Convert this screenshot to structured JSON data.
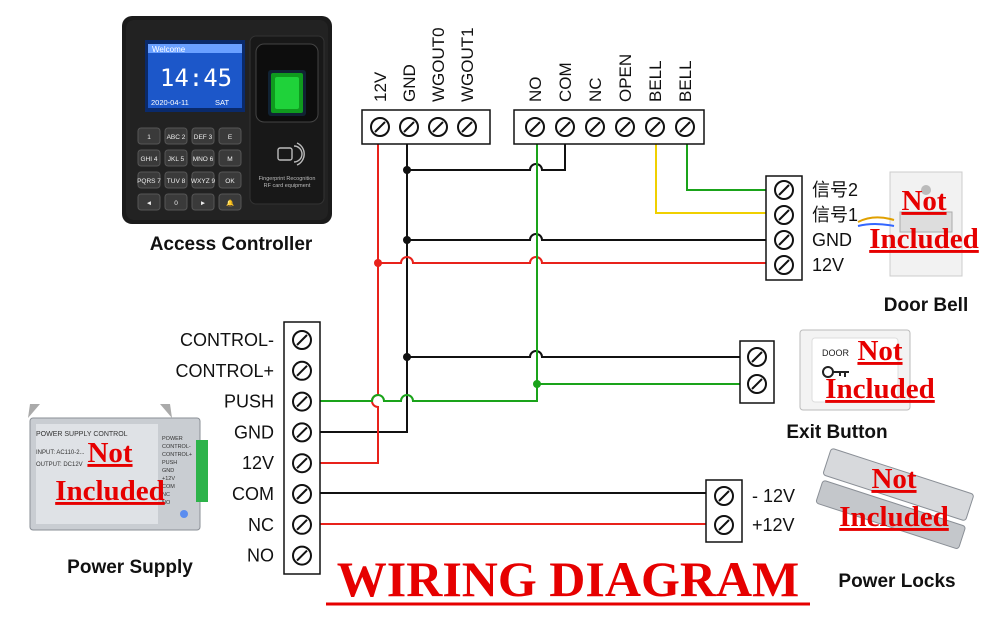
{
  "title": "WIRING DIAGRAM",
  "not_included": [
    "Not",
    "Included"
  ],
  "access_controller": {
    "caption": "Access Controller",
    "screen_title": "Welcome",
    "time": "14:45",
    "date": "2020-04-11",
    "day": "SAT",
    "keys": [
      "1",
      "ABC 2",
      "DEF 3",
      "E",
      "GHI 4",
      "JKL 5",
      "MNO 6",
      "M",
      "PQRS 7",
      "TUV 8",
      "WXYZ 9",
      "OK",
      "◄",
      "0",
      "►",
      "🔔"
    ],
    "reader_text": [
      "Fingerprint Recognition",
      "RF card equipment"
    ]
  },
  "controller_terminals_a": [
    "12V",
    "GND",
    "WGOUT0",
    "WGOUT1"
  ],
  "controller_terminals_b": [
    "NO",
    "COM",
    "NC",
    "OPEN",
    "BELL",
    "BELL"
  ],
  "door_bell": {
    "caption": "Door Bell",
    "terminals": [
      "信号2",
      "信号1",
      "GND",
      "12V"
    ]
  },
  "exit_button": {
    "caption": "Exit Button",
    "face_text": "DOOR"
  },
  "power_supply": {
    "caption": "Power Supply",
    "terminals": [
      "CONTROL-",
      "CONTROL+",
      "PUSH",
      "GND",
      "12V",
      "COM",
      "NC",
      "NO"
    ],
    "label_lines": [
      "POWER SUPPLY CONTROL",
      "INPUT: AC110-2...",
      "OUTPUT: DC12V"
    ],
    "side_labels": [
      "POWER",
      "CONTROL-",
      "CONTROL+",
      "PUSH",
      "GND",
      "+12V",
      "COM",
      "NC",
      "NO"
    ]
  },
  "power_locks": {
    "caption": "Power Locks",
    "terminals": [
      "- 12V",
      "+12V"
    ]
  },
  "wire_colors": {
    "red": "#e8221b",
    "black": "#111111",
    "green": "#1aa31a",
    "yellow": "#f0d000"
  }
}
